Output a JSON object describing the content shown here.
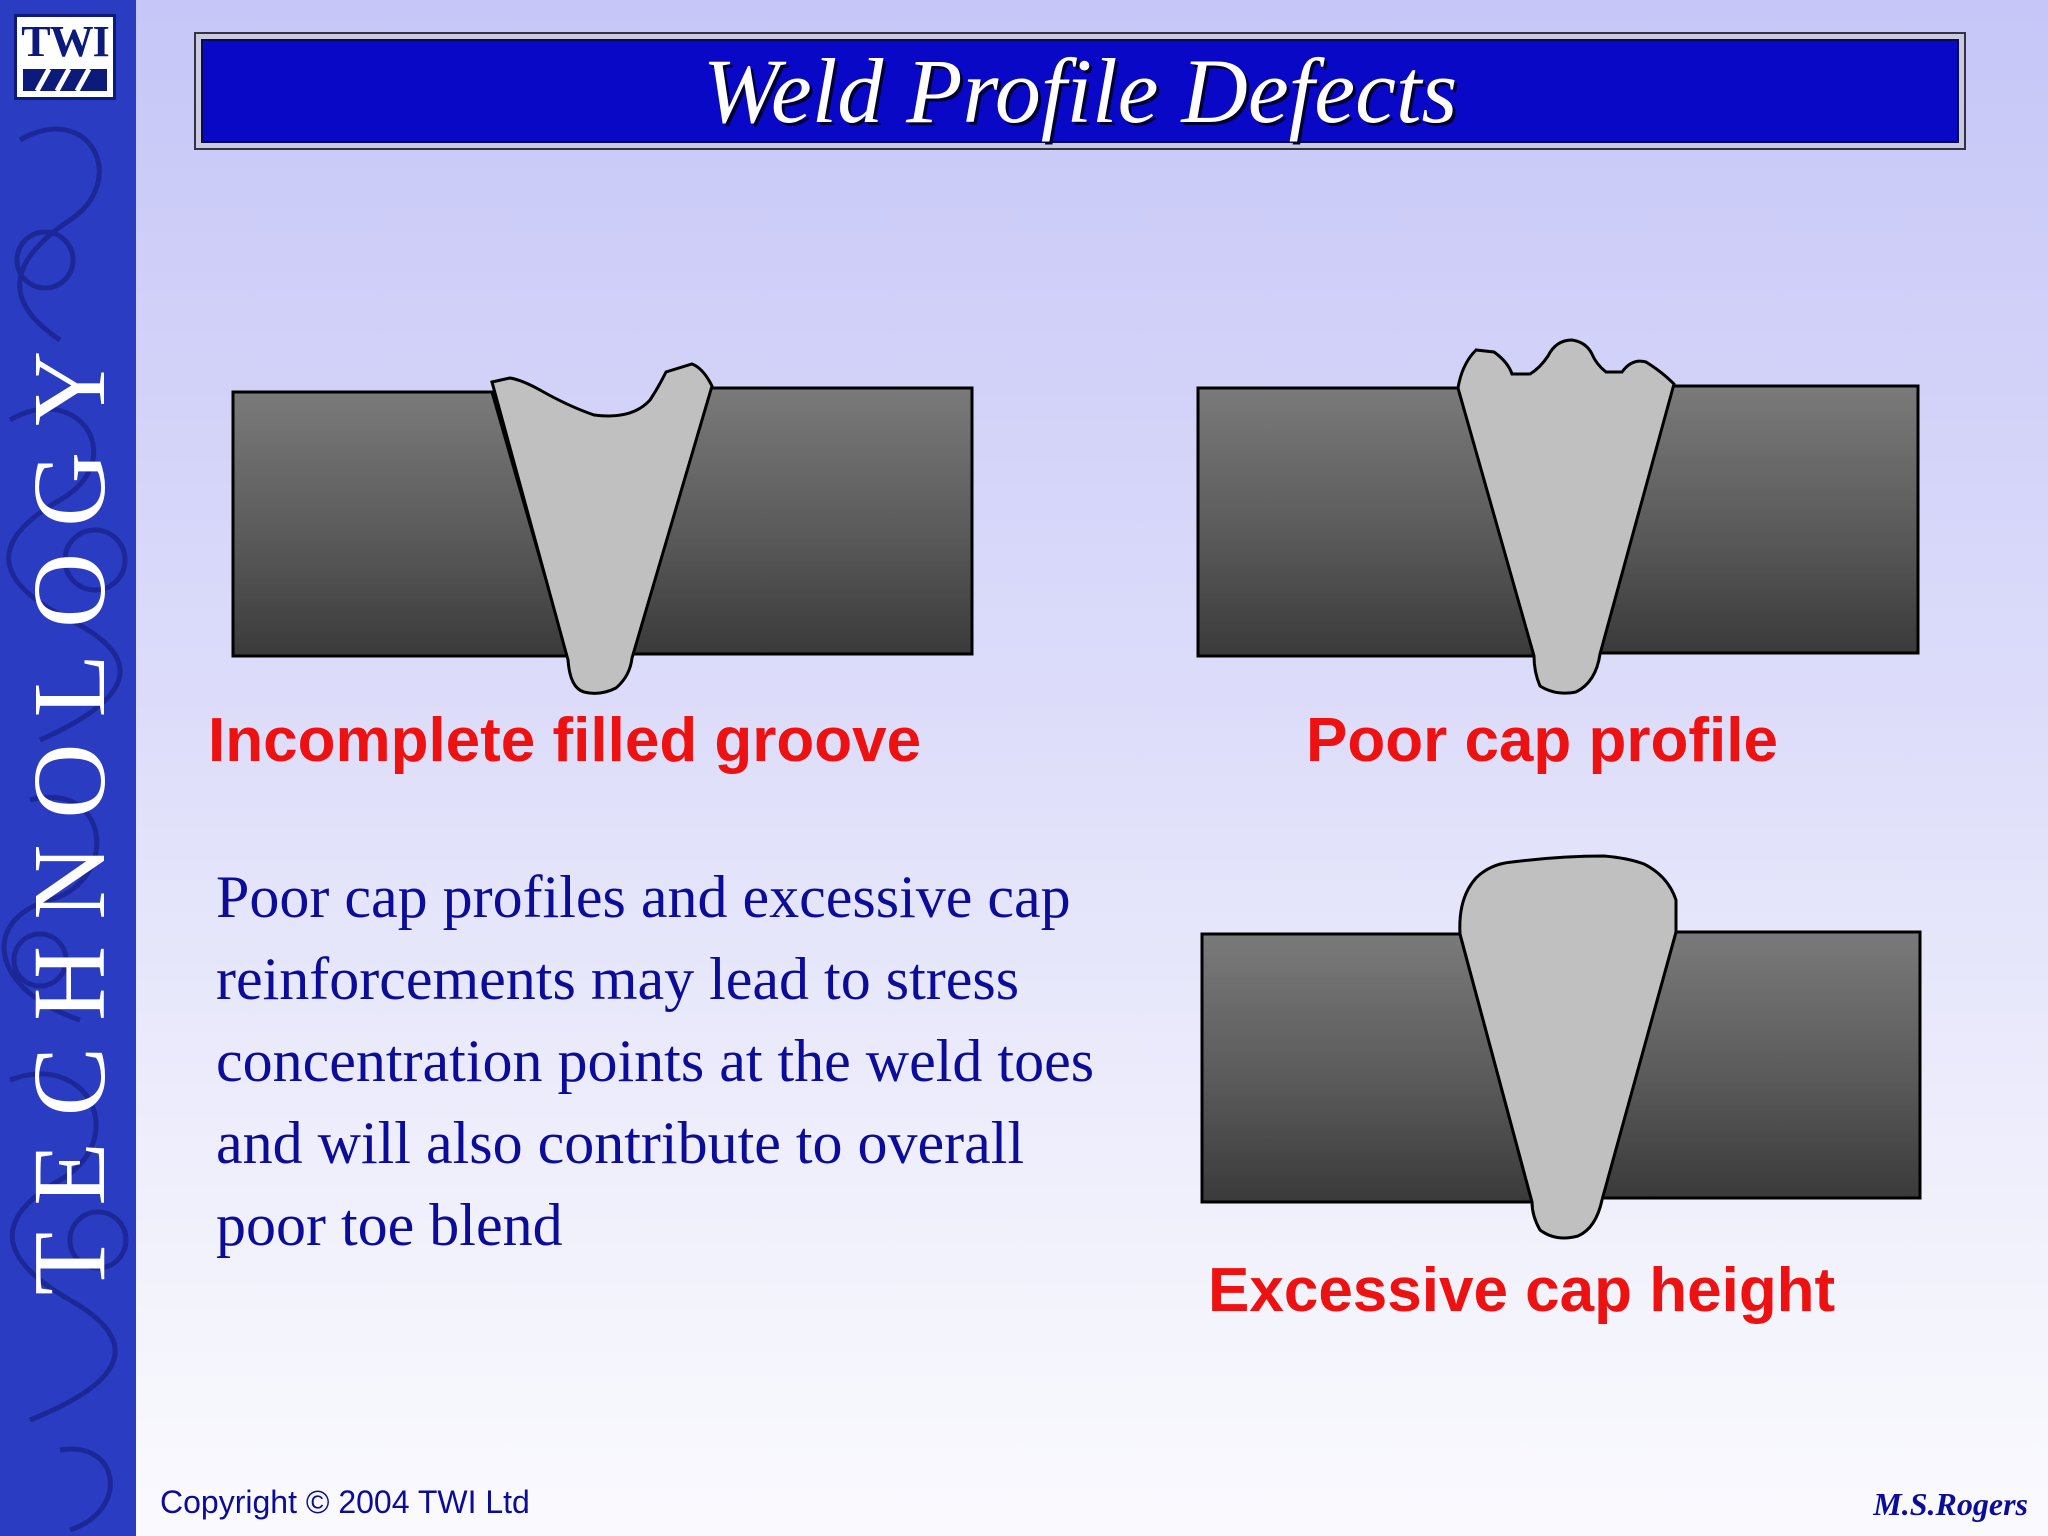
{
  "sidebar": {
    "logo_text": "TWI",
    "vertical_text": "TECHNOLOGY"
  },
  "title": "Weld Profile Defects",
  "diagrams": [
    {
      "caption": "Incomplete filled groove"
    },
    {
      "caption": "Poor cap profile"
    },
    {
      "caption": "Excessive cap height"
    }
  ],
  "body_text": "Poor cap profiles and excessive cap reinforcements may lead to stress concentration points at the weld toes and will also contribute to overall poor toe blend",
  "footer": {
    "copyright": "Copyright © 2004 TWI Ltd",
    "author": "M.S.Rogers"
  },
  "colors": {
    "title_bar": "#0808c6",
    "caption": "#ee1111",
    "body_text": "#0c0c9a",
    "sidebar": "#2a3cc2",
    "weld_metal": "#c0c0c0"
  }
}
